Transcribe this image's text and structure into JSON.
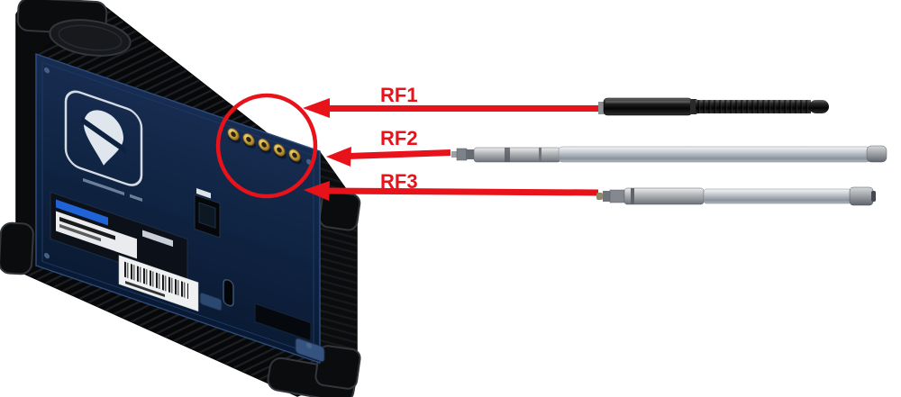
{
  "diagram": {
    "type": "hardware-antenna-callout",
    "background": "#ffffff",
    "device": {
      "name": "rugged-chassis-front-isometric",
      "highlight": "rf-connector-ports",
      "port_count_visible": 5
    },
    "callouts": [
      {
        "label": "RF1",
        "antenna": "black-rubber-duck-antenna"
      },
      {
        "label": "RF2",
        "antenna": "long-silver-whip-antenna"
      },
      {
        "label": "RF3",
        "antenna": "gray-whip-antenna"
      }
    ],
    "colors": {
      "callout_red": "#e8121b",
      "panel_navy": "#0f2342",
      "chassis_black": "#0a0b0d",
      "connector_gold": "#c79e3e",
      "antenna_black": "#111111",
      "antenna_silver": "#c3c8ce"
    }
  }
}
